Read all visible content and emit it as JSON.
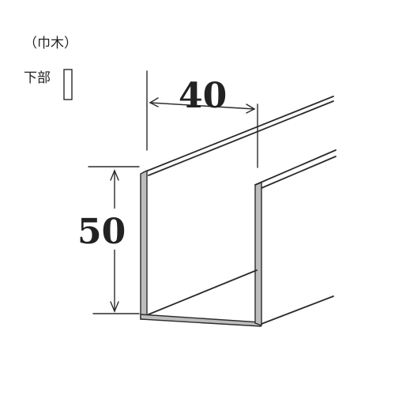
{
  "labels": {
    "category": "（巾木）",
    "part": "下部"
  },
  "dimensions": {
    "width": "40",
    "height": "50"
  },
  "colors": {
    "line": "#2b2b2b",
    "wall_fill": "#bdbdbd",
    "background": "#ffffff"
  }
}
